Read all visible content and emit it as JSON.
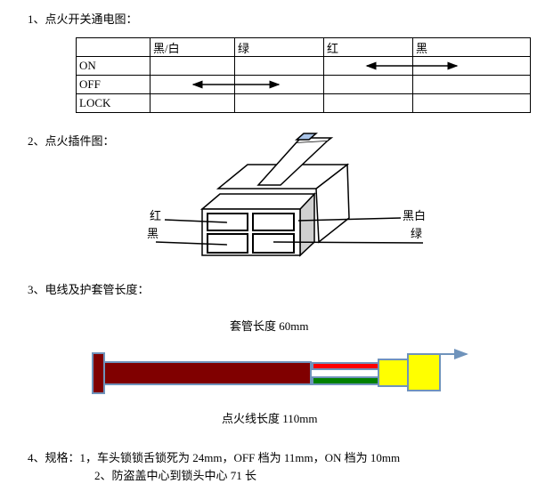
{
  "section1": {
    "heading": "1、点火开关通电图：",
    "table": {
      "headers": [
        "",
        "黑/白",
        "绿",
        "红",
        "黑"
      ],
      "rows": [
        {
          "label": "ON"
        },
        {
          "label": "OFF"
        },
        {
          "label": "LOCK"
        }
      ]
    }
  },
  "section2": {
    "heading": "2、点火插件图：",
    "labels": {
      "red": "红",
      "black": "黑",
      "black_white": "黑白",
      "green": "绿"
    }
  },
  "section3": {
    "heading": "3、电线及护套管长度：",
    "sleeve_length": "套管长度 60mm",
    "wire_length": "点火线长度 110mm",
    "colors": {
      "sleeve": "#800000",
      "red_wire": "#ff0000",
      "green_wire": "#008000",
      "plug": "#ffff00",
      "outline": "#6f93bb"
    }
  },
  "section4": {
    "heading": "4、规格：",
    "line1": "1，车头锁锁舌锁死为 24mm，OFF 档为 11mm，ON 档为 10mm",
    "line2": "2、防盗盖中心到锁头中心 71 长"
  }
}
